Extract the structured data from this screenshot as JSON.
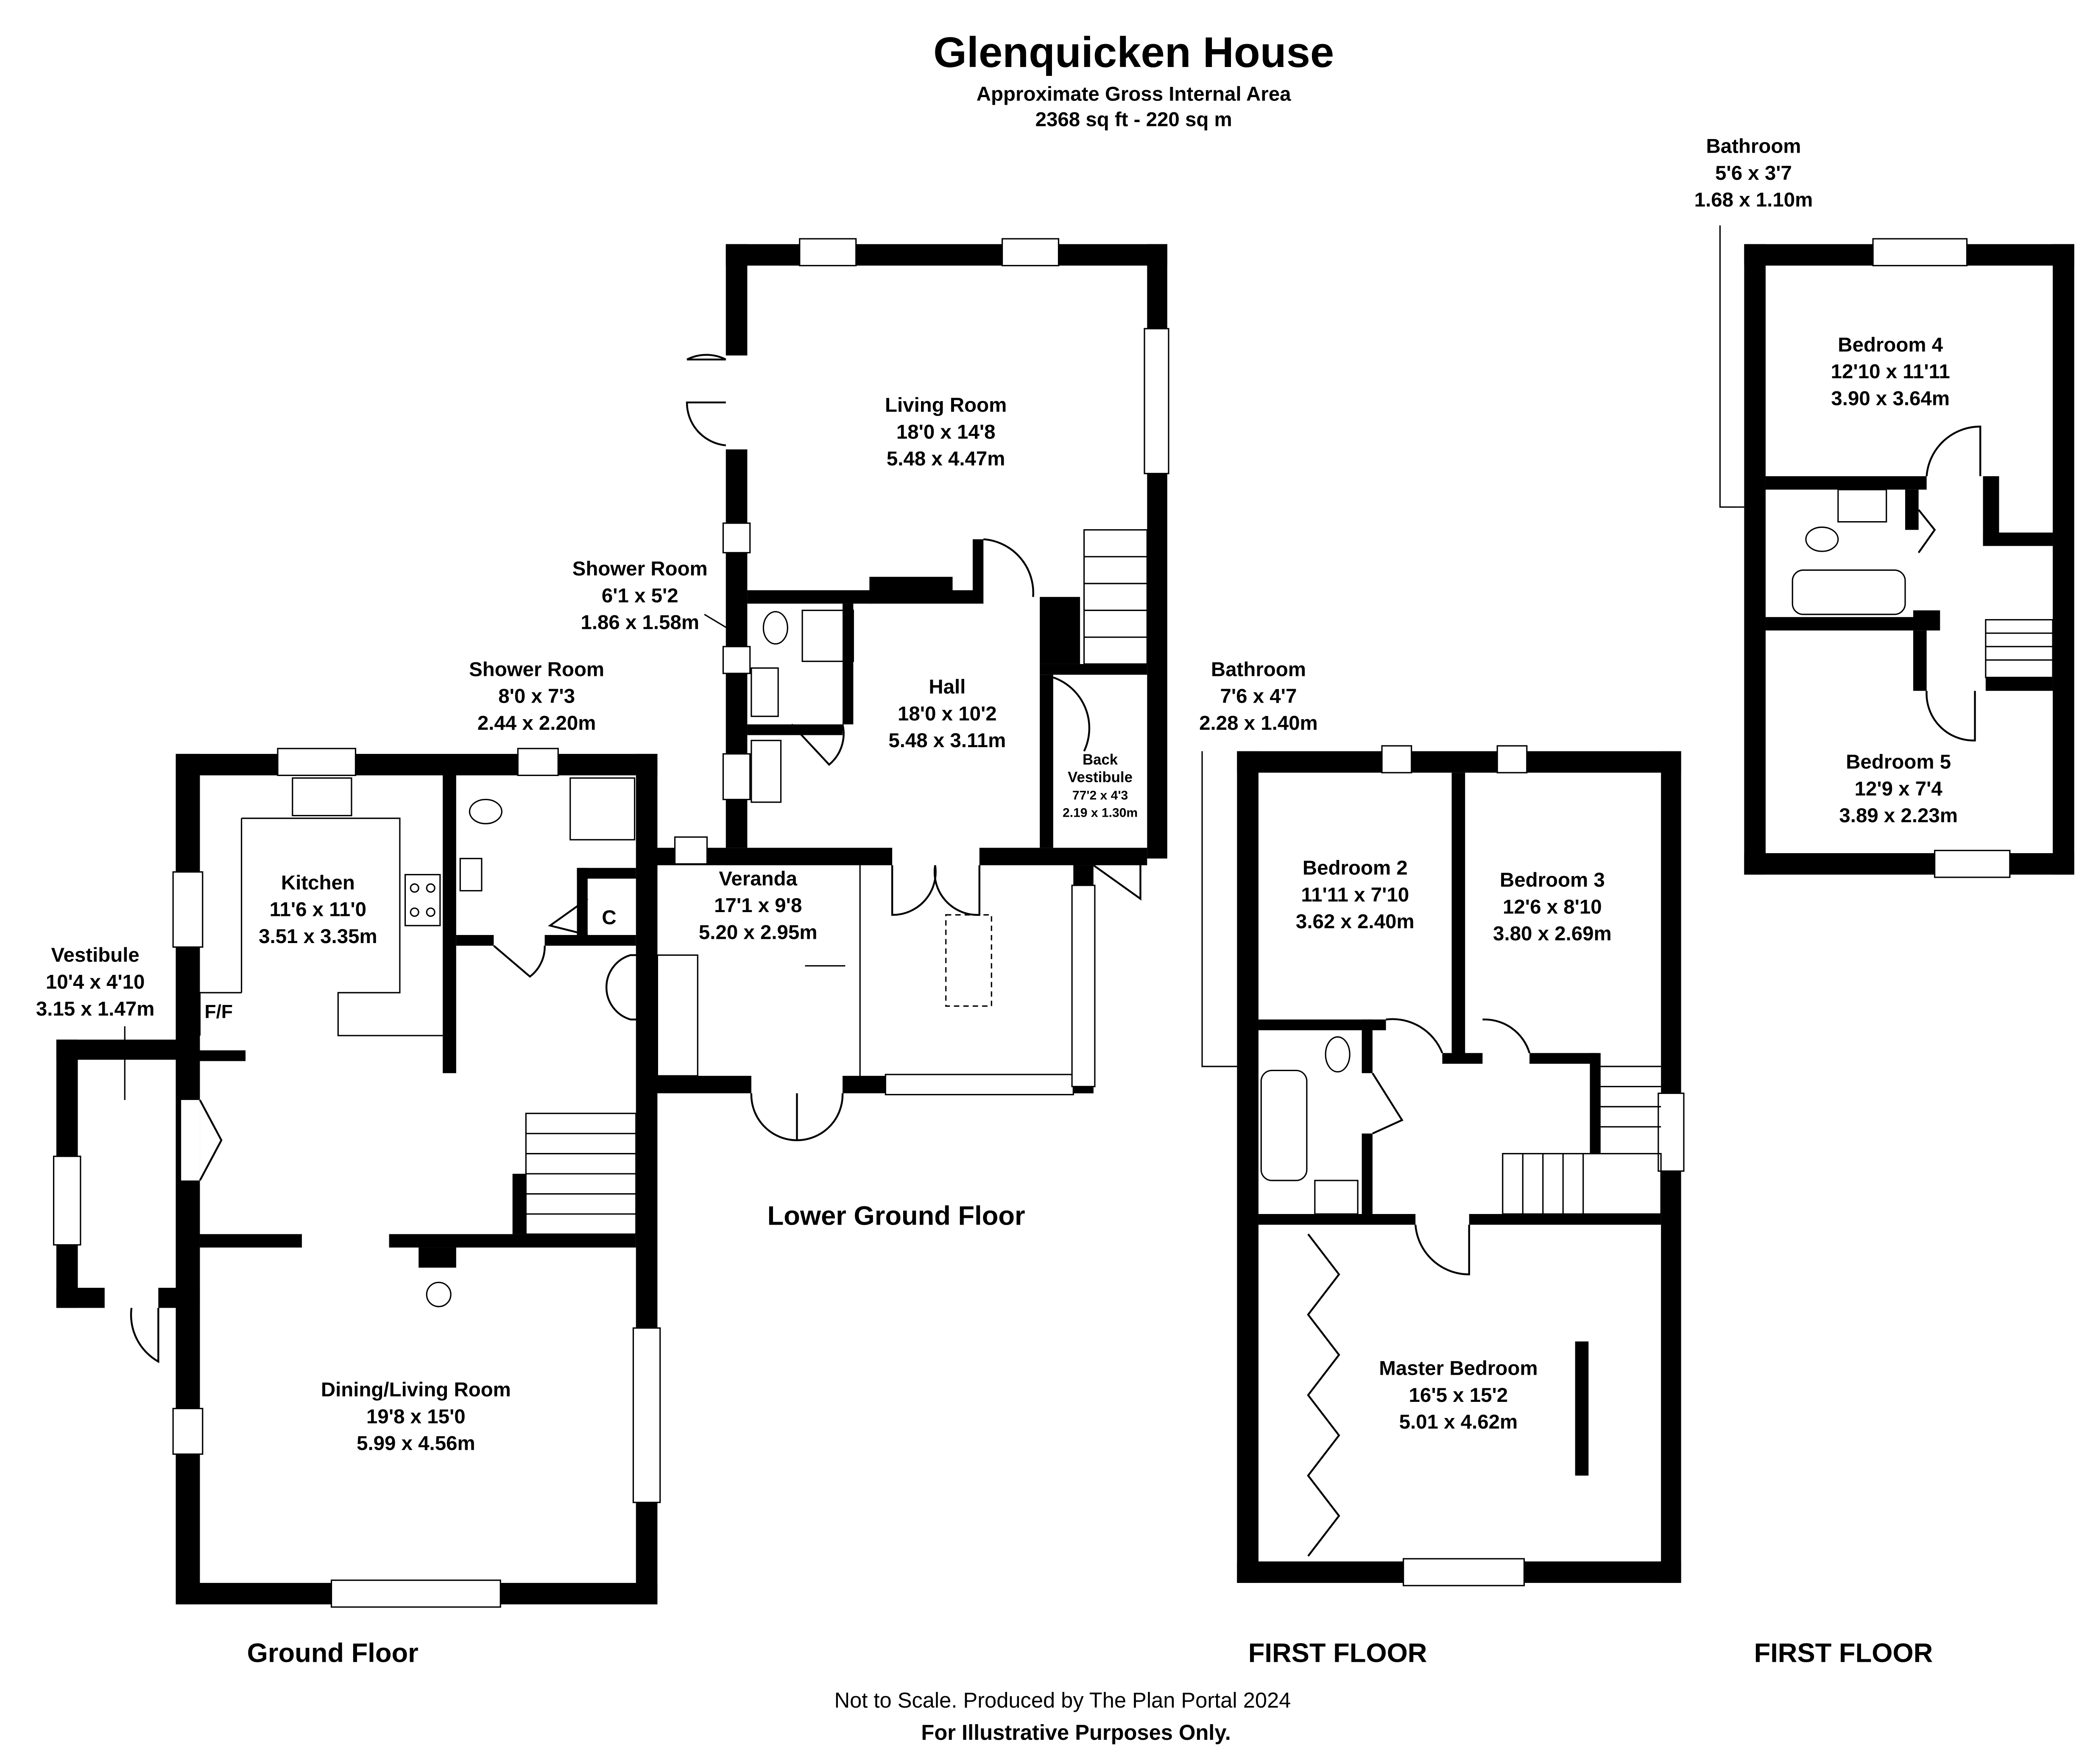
{
  "header": {
    "title": "Glenquicken House",
    "subtitle": "Approximate Gross Internal Area",
    "area": "2368 sq ft - 220 sq m"
  },
  "floors": {
    "ground": {
      "label": "Ground Floor",
      "rooms": [
        {
          "name": "Kitchen",
          "imperial": "11'6 x 11'0",
          "metric": "3.51 x 3.35m"
        },
        {
          "name": "Shower Room",
          "imperial": "8'0 x 7'3",
          "metric": "2.44 x 2.20m"
        },
        {
          "name": "Vestibule",
          "imperial": "10'4 x 4'10",
          "metric": "3.15 x 1.47m"
        },
        {
          "name": "Dining/Living Room",
          "imperial": "19'8 x 15'0",
          "metric": "5.99 x 4.56m"
        }
      ],
      "fridge_label": "F/F",
      "cupboard_label": "C"
    },
    "lower": {
      "label": "Lower Ground Floor",
      "rooms": [
        {
          "name": "Living Room",
          "imperial": "18'0 x 14'8",
          "metric": "5.48 x 4.47m"
        },
        {
          "name": "Shower Room",
          "imperial": "6'1 x 5'2",
          "metric": "1.86 x 1.58m"
        },
        {
          "name": "Hall",
          "imperial": "18'0 x 10'2",
          "metric": "5.48 x 3.11m"
        },
        {
          "name": "Veranda",
          "imperial": "17'1 x 9'8",
          "metric": "5.20 x 2.95m"
        },
        {
          "name": "Back",
          "name2": "Vestibule",
          "imperial": "77'2 x 4'3",
          "metric": "2.19 x 1.30m"
        }
      ]
    },
    "first_a": {
      "label": "FIRST FLOOR",
      "rooms": [
        {
          "name": "Bathroom",
          "imperial": "7'6 x 4'7",
          "metric": "2.28 x 1.40m"
        },
        {
          "name": "Bedroom 2",
          "imperial": "11'11 x 7'10",
          "metric": "3.62 x 2.40m"
        },
        {
          "name": "Bedroom 3",
          "imperial": "12'6 x 8'10",
          "metric": "3.80 x 2.69m"
        },
        {
          "name": "Master Bedroom",
          "imperial": "16'5 x 15'2",
          "metric": "5.01 x 4.62m"
        }
      ]
    },
    "first_b": {
      "label": "FIRST FLOOR",
      "rooms": [
        {
          "name": "Bathroom",
          "imperial": "5'6 x 3'7",
          "metric": "1.68 x 1.10m"
        },
        {
          "name": "Bedroom  4",
          "imperial": "12'10 x 11'11",
          "metric": "3.90 x 3.64m"
        },
        {
          "name": "Bedroom 5",
          "imperial": "12'9 x 7'4",
          "metric": "3.89 x 2.23m"
        }
      ]
    }
  },
  "footer": {
    "line1": "Not to Scale. Produced by The Plan Portal 2024",
    "line2": "For Illustrative Purposes Only."
  }
}
